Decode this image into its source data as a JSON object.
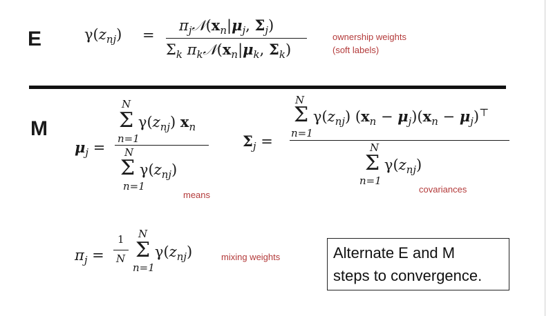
{
  "e_step": {
    "label": "E",
    "note_line1": "ownership weights",
    "note_line2": "(soft labels)"
  },
  "m_step": {
    "label": "M",
    "means_note": "means",
    "cov_note": "covariances"
  },
  "mixing": {
    "note": "mixing weights"
  },
  "callout": {
    "line1": "Alternate E and M",
    "line2": "steps to convergence."
  },
  "math": {
    "N": "N",
    "n_eq_1": "n=1",
    "one": "1",
    "sum": "Σ",
    "equals": "="
  }
}
